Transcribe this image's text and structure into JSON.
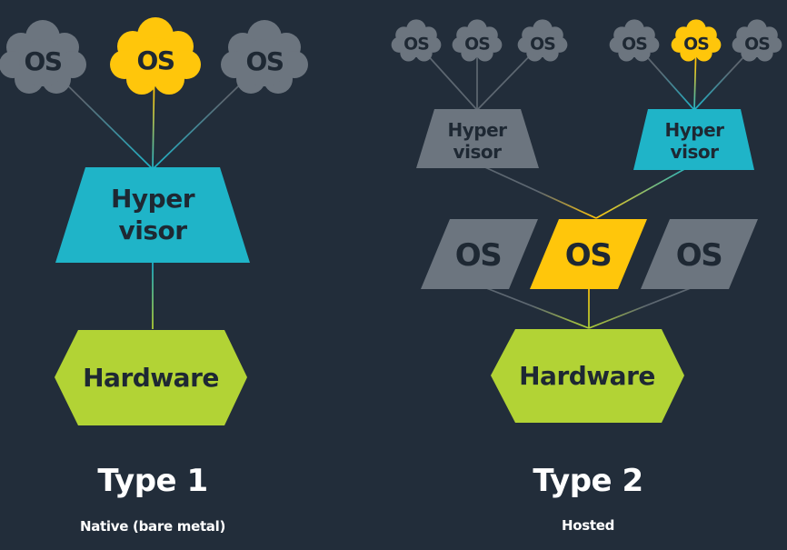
{
  "colors": {
    "background": "#222d3a",
    "gray": "#6c757f",
    "yellow": "#ffc60b",
    "teal": "#1fb4c8",
    "green": "#b2d335",
    "dark_text": "#1e2833",
    "white_text": "#ffffff",
    "line_gray": "#5d6771"
  },
  "type1": {
    "title": "Type 1",
    "subtitle": "Native (bare metal)",
    "clouds": [
      {
        "label": "OS",
        "color": "gray"
      },
      {
        "label": "OS",
        "color": "yellow"
      },
      {
        "label": "OS",
        "color": "gray"
      }
    ],
    "hypervisor": {
      "label_line1": "Hyper",
      "label_line2": "visor",
      "color": "teal"
    },
    "hardware": {
      "label": "Hardware",
      "color": "green"
    }
  },
  "type2": {
    "title": "Type 2",
    "subtitle": "Hosted",
    "cloud_groups": [
      {
        "clouds": [
          {
            "label": "OS",
            "color": "gray"
          },
          {
            "label": "OS",
            "color": "gray"
          },
          {
            "label": "OS",
            "color": "gray"
          }
        ]
      },
      {
        "clouds": [
          {
            "label": "OS",
            "color": "gray"
          },
          {
            "label": "OS",
            "color": "yellow"
          },
          {
            "label": "OS",
            "color": "gray"
          }
        ]
      }
    ],
    "hypervisors": [
      {
        "label_line1": "Hyper",
        "label_line2": "visor",
        "color": "gray"
      },
      {
        "label_line1": "Hyper",
        "label_line2": "visor",
        "color": "teal"
      }
    ],
    "host_os": [
      {
        "label": "OS",
        "color": "gray"
      },
      {
        "label": "OS",
        "color": "yellow"
      },
      {
        "label": "OS",
        "color": "gray"
      }
    ],
    "hardware": {
      "label": "Hardware",
      "color": "green"
    }
  }
}
